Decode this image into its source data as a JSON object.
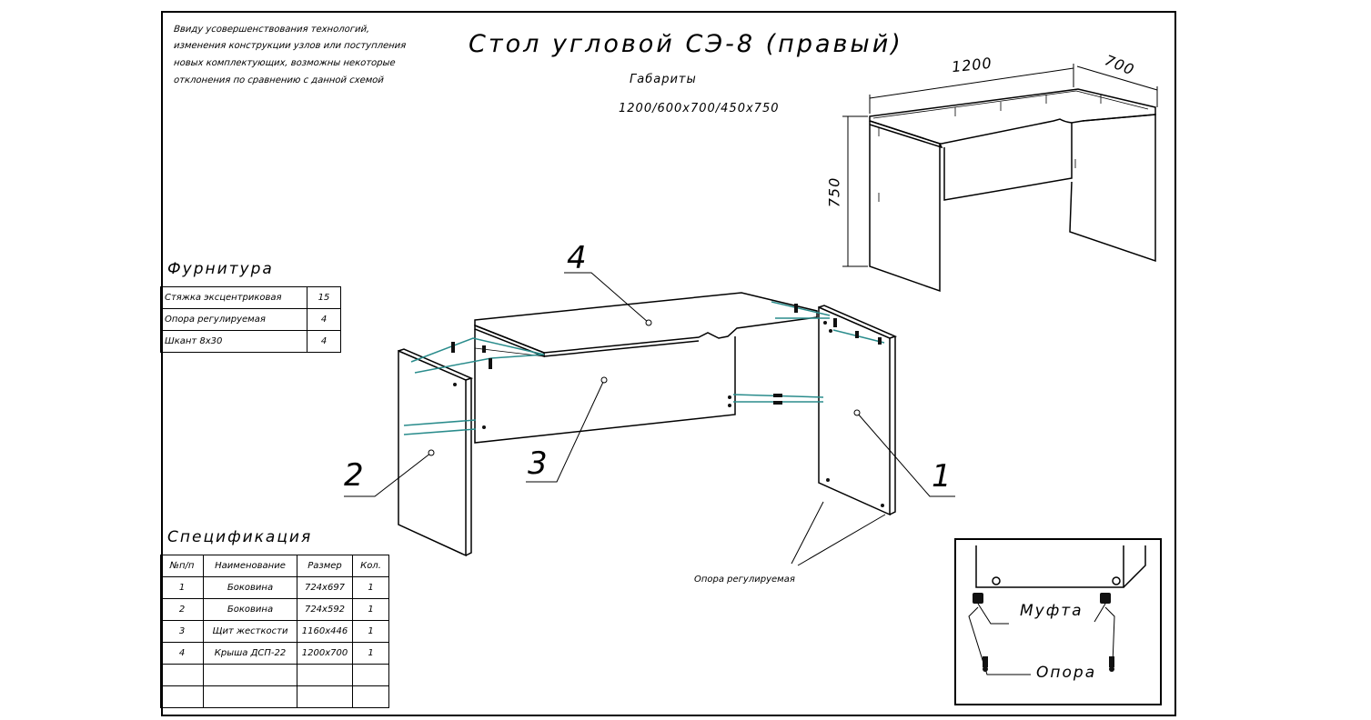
{
  "drawing": {
    "title": "Стол угловой СЭ-8 (правый)",
    "note_lines": [
      "Ввиду усовершенствования технологий,",
      "изменения конструкции узлов или поступления",
      "новых комплектующих, возможны некоторые",
      "отклонения по сравнению с данной схемой"
    ],
    "gabarity_label": "Габариты",
    "gabarity_value": "1200/600х700/450х750",
    "dim_width": "1200",
    "dim_depth": "700",
    "dim_height": "750"
  },
  "furnitura": {
    "heading": "Фурнитура",
    "rows": [
      {
        "name": "Стяжка эксцентриковая",
        "qty": "15"
      },
      {
        "name": "Опора регулируемая",
        "qty": "4"
      },
      {
        "name": "Шкант 8х30",
        "qty": "4"
      }
    ]
  },
  "spec": {
    "heading": "Спецификация",
    "headers": [
      "№п/п",
      "Наименование",
      "Размер",
      "Кол."
    ],
    "rows": [
      {
        "n": "1",
        "name": "Боковина",
        "size": "724х697",
        "qty": "1"
      },
      {
        "n": "2",
        "name": "Боковина",
        "size": "724х592",
        "qty": "1"
      },
      {
        "n": "3",
        "name": "Щит жесткости",
        "size": "1160х446",
        "qty": "1"
      },
      {
        "n": "4",
        "name": "Крыша ДСП-22",
        "size": "1200х700",
        "qty": "1"
      },
      {
        "n": "",
        "name": "",
        "size": "",
        "qty": ""
      },
      {
        "n": "",
        "name": "",
        "size": "",
        "qty": ""
      }
    ]
  },
  "callouts": {
    "part1": "1",
    "part2": "2",
    "part3": "3",
    "part4": "4"
  },
  "support_label": "Опора регулируемая",
  "inset": {
    "mufta": "Муфта",
    "opora": "Опора"
  },
  "colors": {
    "line": "#000000",
    "hardware": "#2a8c8c"
  }
}
